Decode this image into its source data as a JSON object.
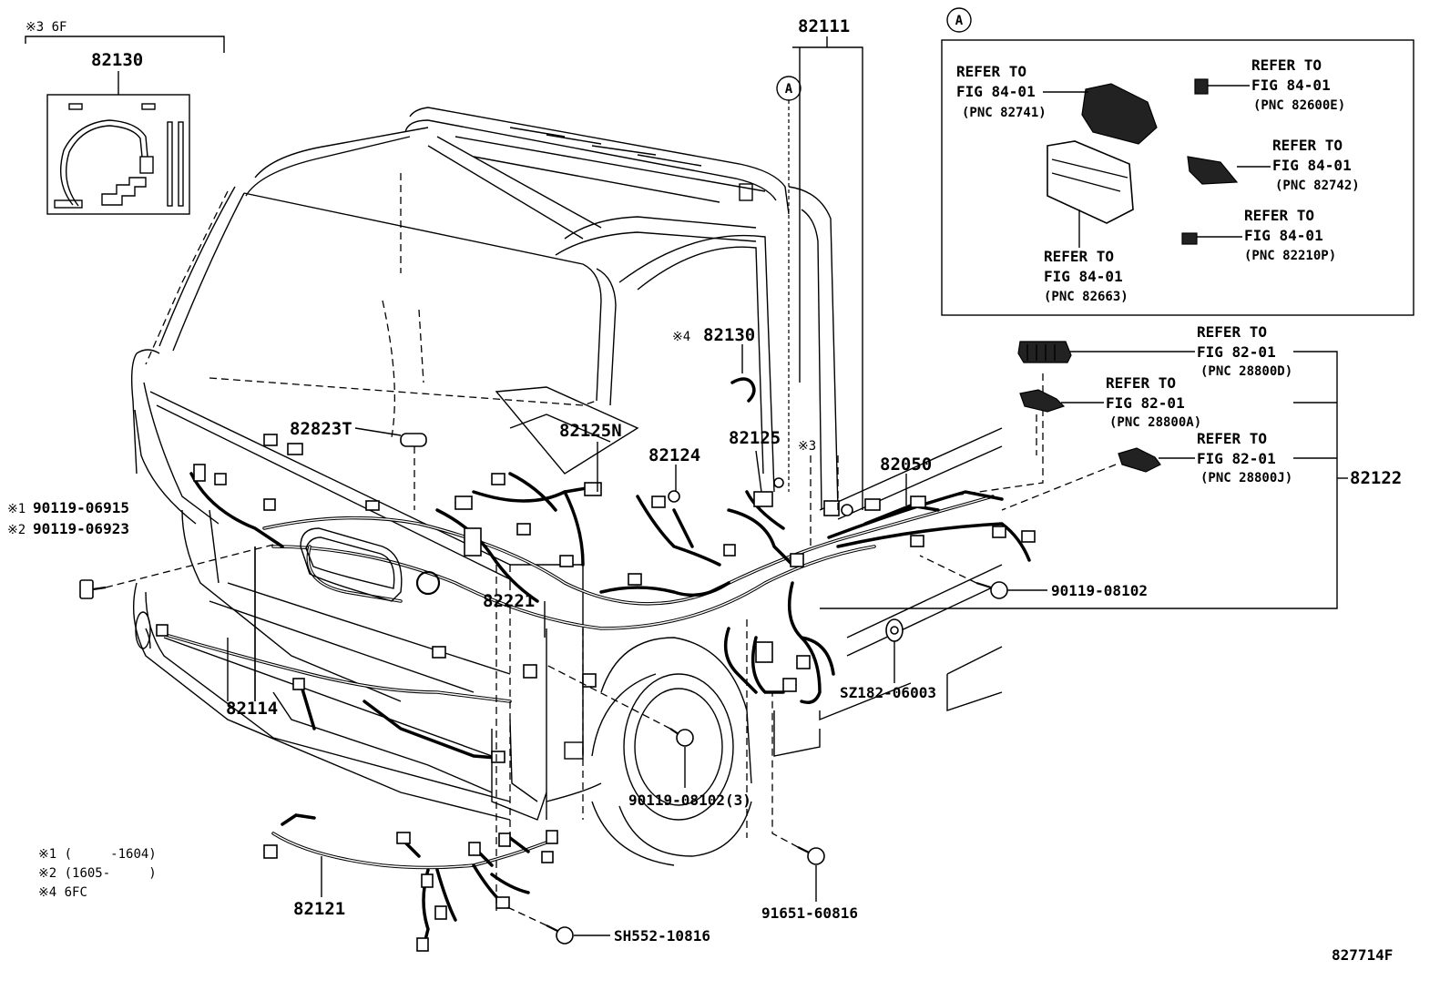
{
  "title_code": "827714F",
  "part_labels": {
    "p82111": "82111",
    "p82130_top": "82130",
    "p82130_mid": "82130",
    "mark4_mid": "※4",
    "p82823T": "82823T",
    "p82125N": "82125N",
    "p82124": "82124",
    "p82125": "82125",
    "p82050": "82050",
    "p82122": "82122",
    "p82221": "82221",
    "p82114": "82114",
    "p82121": "82121",
    "b9011906915": "90119-06915",
    "b9011906923": "90119-06923",
    "mark1": "※1",
    "mark2": "※2",
    "mark3_mid": "※3",
    "b9011908102": "90119-08102",
    "bSZ18206003": "SZ182-06003",
    "b9011908102_3": "90119-08102(3)",
    "b9165160816": "91651-60816",
    "bSH55210816": "SH552-10816"
  },
  "top_left_box": {
    "header": "※3 6F"
  },
  "circle_ref": "A",
  "inset": {
    "label": "A",
    "refs": [
      {
        "line1": "REFER TO",
        "line2": "FIG 84-01",
        "pnc": "(PNC 82741)"
      },
      {
        "line1": "REFER TO",
        "line2": "FIG 84-01",
        "pnc": "(PNC 82600E)"
      },
      {
        "line1": "REFER TO",
        "line2": "FIG 84-01",
        "pnc": "(PNC 82742)"
      },
      {
        "line1": "REFER TO",
        "line2": "FIG 84-01",
        "pnc": "(PNC 82210P)"
      },
      {
        "line1": "REFER TO",
        "line2": "FIG 84-01",
        "pnc": "(PNC 82663)"
      }
    ]
  },
  "right_refs": [
    {
      "line1": "REFER TO",
      "line2": "FIG 82-01",
      "pnc": "(PNC 28800D)"
    },
    {
      "line1": "REFER TO",
      "line2": "FIG 82-01",
      "pnc": "(PNC 28800A)"
    },
    {
      "line1": "REFER TO",
      "line2": "FIG 82-01",
      "pnc": "(PNC 28800J)"
    }
  ],
  "footnotes": [
    "※1 (     -1604)",
    "※2 (1605-     )",
    "※4 6FC"
  ]
}
